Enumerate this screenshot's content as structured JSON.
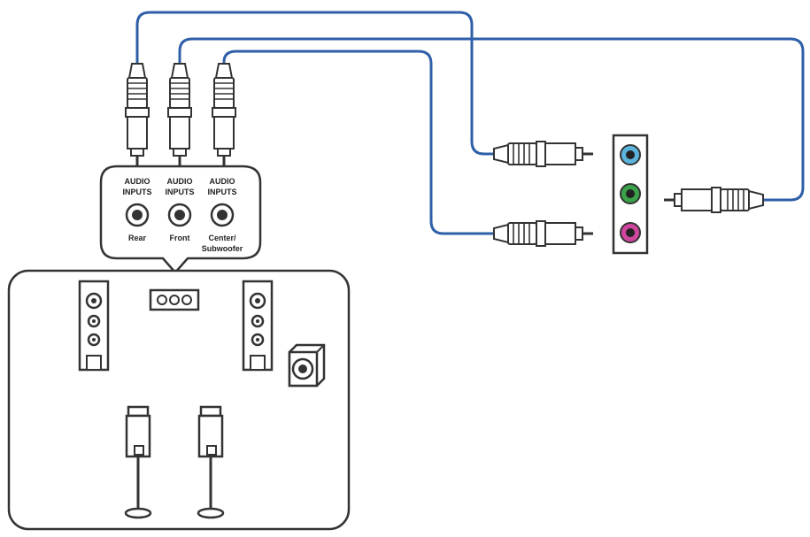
{
  "inputs": [
    {
      "header_line1": "AUDIO",
      "header_line2": "INPUTS",
      "name": "Rear"
    },
    {
      "header_line1": "AUDIO",
      "header_line2": "INPUTS",
      "name": "Front"
    },
    {
      "header_line1": "AUDIO",
      "header_line2": "INPUTS",
      "name": "Center/",
      "name_line2": "Subwoofer"
    }
  ],
  "colors": {
    "cable": "#2f5fa8",
    "outline": "#333333",
    "jack_blue": "#5ab4dc",
    "jack_green": "#3aa24a",
    "jack_pink": "#d0459e"
  },
  "icons": [
    "rca-plug-icon",
    "audio-jack-icon",
    "tower-speaker-icon",
    "subwoofer-icon",
    "satellite-speaker-icon",
    "amplifier-icon"
  ]
}
